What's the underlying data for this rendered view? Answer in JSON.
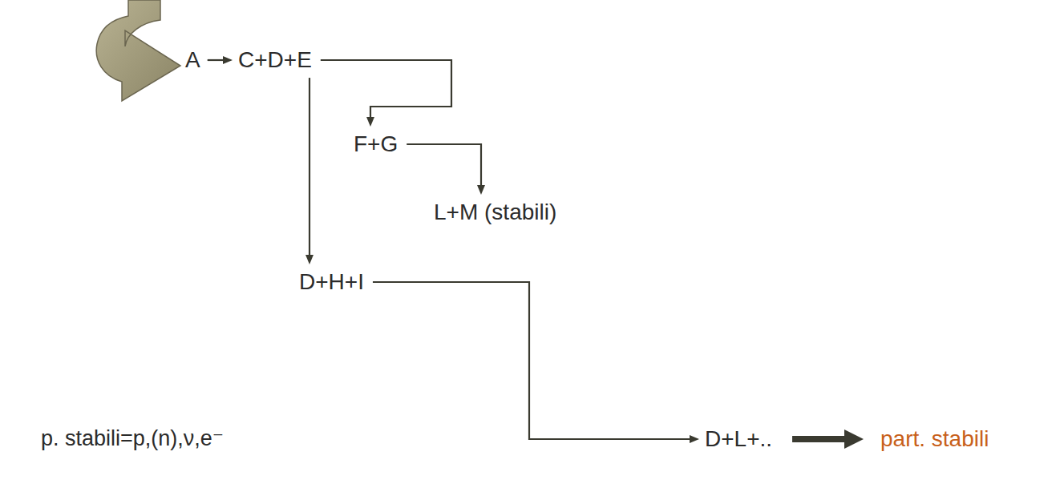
{
  "diagram": {
    "nodes": [
      {
        "text": [
          "A"
        ]
      },
      {
        "text": [
          "C+D+E"
        ]
      },
      {
        "text": [
          "F+G"
        ]
      },
      {
        "text": [
          "L+M (stabili)"
        ]
      },
      {
        "text": [
          "D+H+I"
        ]
      },
      {
        "text": [
          "D+L+.."
        ]
      },
      {
        "text": [
          "part. stabili"
        ]
      }
    ],
    "edges": [
      {
        "from": 0,
        "to": 1,
        "arrow": "to"
      },
      {
        "from": 1,
        "to": 2,
        "arrow": "to"
      },
      {
        "from": 2,
        "to": 3,
        "arrow": "to"
      },
      {
        "from": 1,
        "to": 4,
        "arrow": "to"
      },
      {
        "from": 4,
        "to": 5,
        "arrow": "to"
      },
      {
        "from": 5,
        "to": 6,
        "arrow": "to"
      }
    ],
    "labels": [
      "p. stabili=p,(n),ν,e⁻"
    ]
  }
}
